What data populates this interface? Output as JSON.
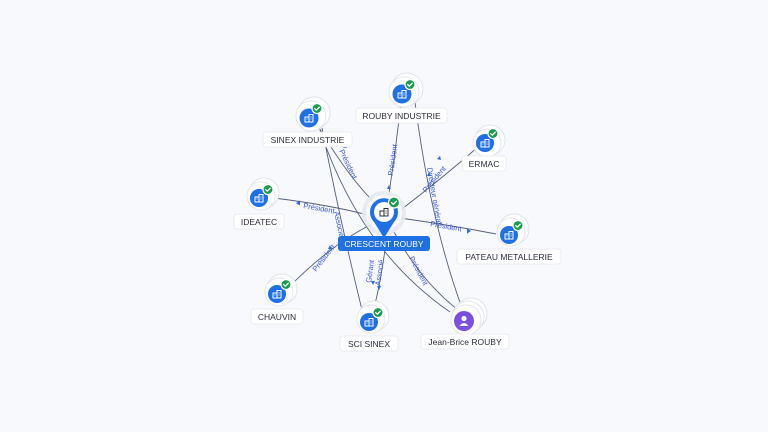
{
  "colors": {
    "background": "#f7f9fc",
    "company_blue": "#1f6fe5",
    "verified_green": "#1c9b4f",
    "person_purple": "#7b4fe0",
    "edge_label": "#3b5bdb"
  },
  "center": {
    "id": "crescent",
    "label": "CRESCENT ROUBY",
    "icon": "building-icon",
    "verified": true
  },
  "nodes": [
    {
      "id": "rouby_industrie",
      "label": "ROUBY INDUSTRIE",
      "kind": "company",
      "icon": "building-icon",
      "verified": true
    },
    {
      "id": "sinex_industrie",
      "label": "SINEX INDUSTRIE",
      "kind": "company",
      "icon": "building-icon",
      "verified": true
    },
    {
      "id": "ermac",
      "label": "ERMAC",
      "kind": "company",
      "icon": "building-icon",
      "verified": true
    },
    {
      "id": "ideatec",
      "label": "IDEATEC",
      "kind": "company",
      "icon": "building-icon",
      "verified": true
    },
    {
      "id": "pateau",
      "label": "PATEAU METALLERIE",
      "kind": "company",
      "icon": "building-icon",
      "verified": true
    },
    {
      "id": "chauvin",
      "label": "CHAUVIN",
      "kind": "company",
      "icon": "building-icon",
      "verified": true
    },
    {
      "id": "sci_sinex",
      "label": "SCI SINEX",
      "kind": "company",
      "icon": "building-icon",
      "verified": true
    },
    {
      "id": "jean_brice",
      "label": "Jean-Brice ROUBY",
      "kind": "person",
      "icon": "person-icon",
      "verified": false
    }
  ],
  "edge_labels": {
    "e1": "Président",
    "e2": "Président",
    "e3": "Président",
    "e4": "Président",
    "e5": "Président",
    "e6": "Président",
    "e7a": "Gérant",
    "e7b": "Associé",
    "e8": "Président",
    "e9": "Associé",
    "e10": "Directeur général"
  }
}
